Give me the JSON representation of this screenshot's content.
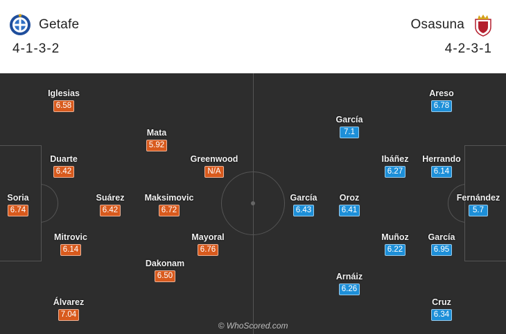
{
  "home": {
    "name": "Getafe",
    "formation": "4-1-3-2",
    "crest_icon": "getafe-crest-icon",
    "color": "#d85a1d",
    "players": [
      {
        "name": "Iglesias",
        "rating": "6.58"
      },
      {
        "name": "Mata",
        "rating": "5.92"
      },
      {
        "name": "Duarte",
        "rating": "6.42"
      },
      {
        "name": "Greenwood",
        "rating": "N/A"
      },
      {
        "name": "Soria",
        "rating": "6.74"
      },
      {
        "name": "Suárez",
        "rating": "6.42"
      },
      {
        "name": "Maksimovic",
        "rating": "6.72"
      },
      {
        "name": "Mitrovic",
        "rating": "6.14"
      },
      {
        "name": "Mayoral",
        "rating": "6.76"
      },
      {
        "name": "Dakonam",
        "rating": "6.50"
      },
      {
        "name": "Álvarez",
        "rating": "7.04"
      }
    ]
  },
  "away": {
    "name": "Osasuna",
    "formation": "4-2-3-1",
    "crest_icon": "osasuna-crest-icon",
    "color": "#1d8fd8",
    "players": [
      {
        "name": "Areso",
        "rating": "6.78"
      },
      {
        "name": "García",
        "rating": "7.1"
      },
      {
        "name": "Ibáñez",
        "rating": "6.27"
      },
      {
        "name": "Herrando",
        "rating": "6.14"
      },
      {
        "name": "García",
        "rating": "6.43"
      },
      {
        "name": "Oroz",
        "rating": "6.41"
      },
      {
        "name": "Fernández",
        "rating": "5.7"
      },
      {
        "name": "Muñoz",
        "rating": "6.22"
      },
      {
        "name": "García",
        "rating": "6.95"
      },
      {
        "name": "Arnáiz",
        "rating": "6.26"
      },
      {
        "name": "Cruz",
        "rating": "6.34"
      }
    ]
  },
  "watermark": "© WhoScored.com"
}
